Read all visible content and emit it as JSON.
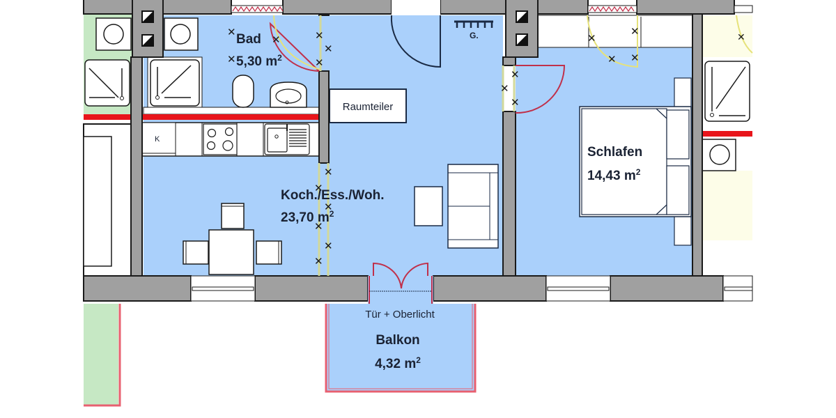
{
  "plan": {
    "title": "Floor plan",
    "colors": {
      "room_fill": "#aad0fb",
      "wall": "#a0a0a0",
      "wall_outline": "#1a1a1a",
      "door_swing": "#c0304a",
      "red_line": "#e8151b",
      "neighbor_green": "#c6e8c4",
      "neighbor_yellow": "#fdfde8",
      "window_marker": "#d2d99a"
    },
    "rooms": [
      {
        "id": "bad",
        "name": "Bad",
        "area": "5,30 m",
        "sup": "2"
      },
      {
        "id": "kochen",
        "name": "Koch./Ess./Woh.",
        "area": "23,70 m",
        "sup": "2"
      },
      {
        "id": "schlafen",
        "name": "Schlafen",
        "area": "14,43 m",
        "sup": "2"
      },
      {
        "id": "balkon",
        "name": "Balkon",
        "area": "4,32 m",
        "sup": "2"
      }
    ],
    "labels": {
      "raumteiler": "Raumteiler",
      "garderobe": "G.",
      "kuehlschrank": "K",
      "balcony_door": "Tür + Oberlicht"
    }
  }
}
